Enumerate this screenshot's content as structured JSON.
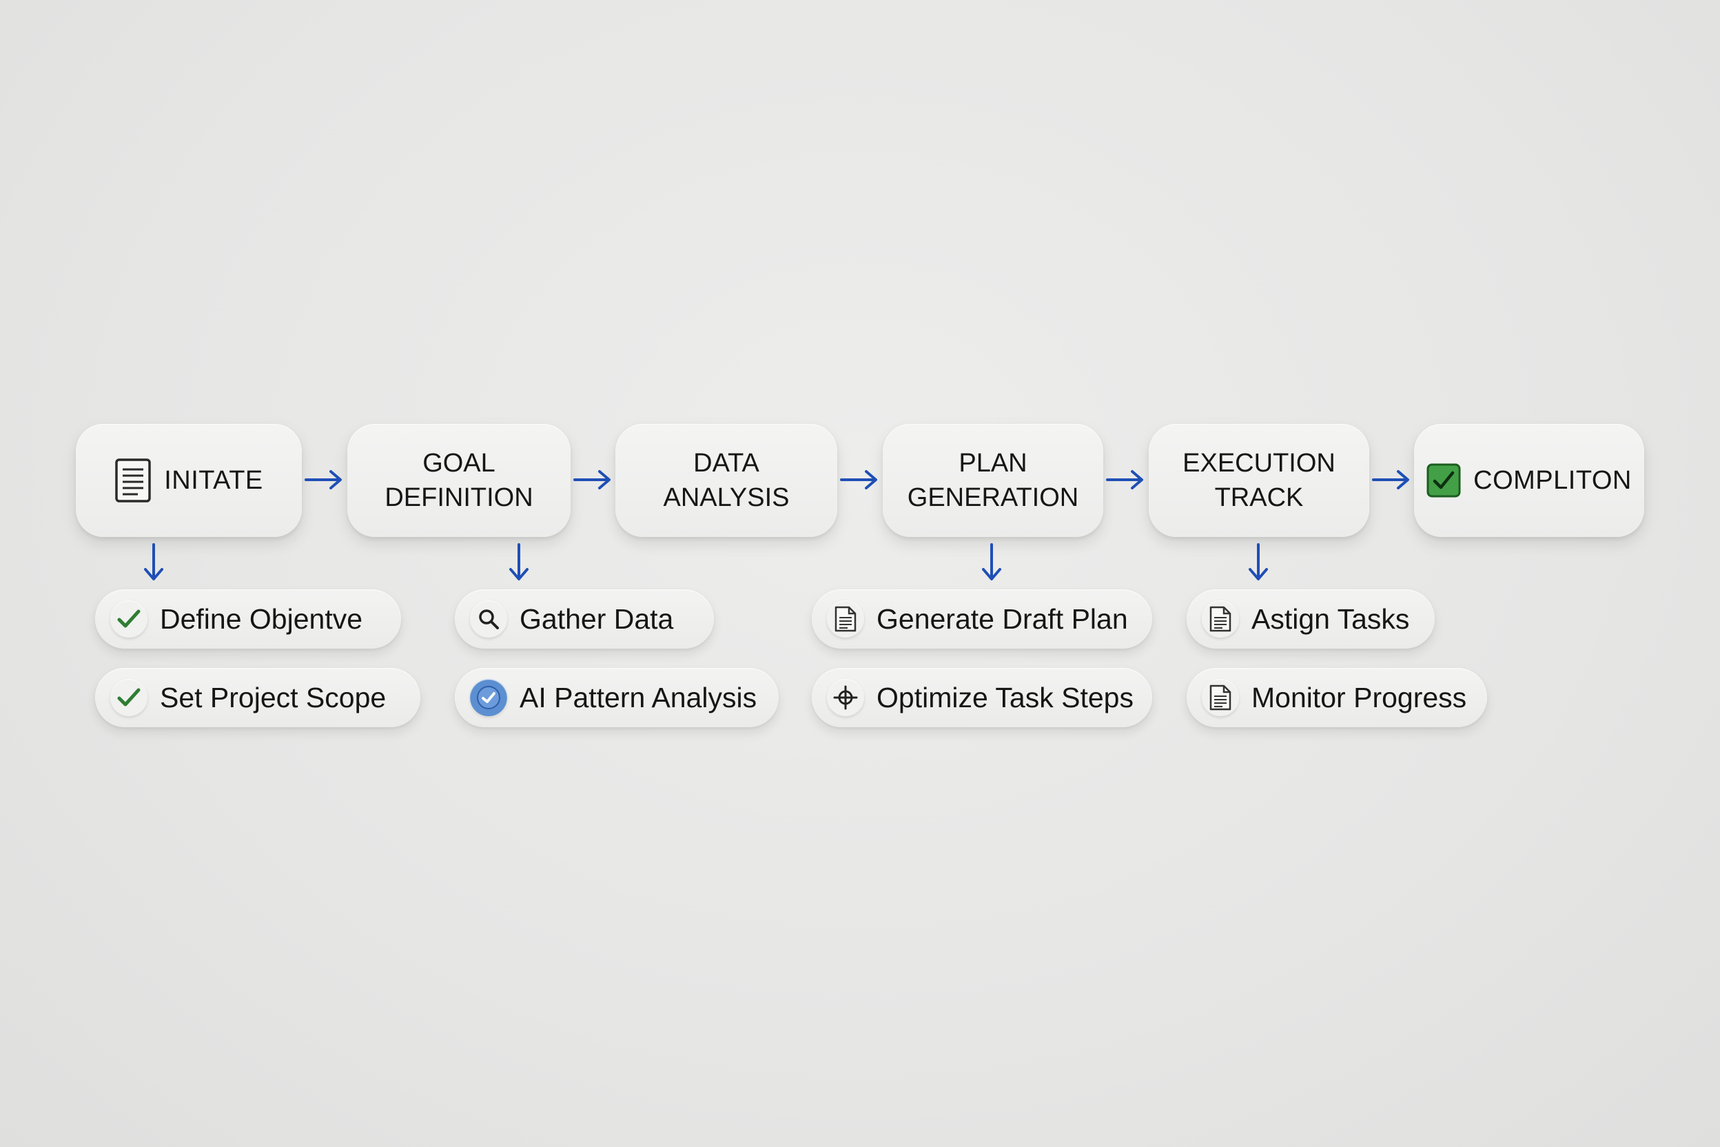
{
  "stages": [
    {
      "label_lines": [
        "INITATE"
      ],
      "icon": "document-icon"
    },
    {
      "label_lines": [
        "GOAL",
        "DEFINITION"
      ]
    },
    {
      "label_lines": [
        "DATA",
        "ANALYSIS"
      ]
    },
    {
      "label_lines": [
        "PLAN",
        "GENERATION"
      ]
    },
    {
      "label_lines": [
        "EXECUTION",
        "TRACK"
      ]
    },
    {
      "label_lines": [
        "COMPLITON"
      ],
      "icon": "green-checkbox-icon"
    }
  ],
  "substeps": [
    {
      "label": "Define Objentve",
      "icon": "check-icon"
    },
    {
      "label": "Set Project Scope",
      "icon": "check-icon"
    },
    {
      "label": "Gather Data",
      "icon": "search-icon"
    },
    {
      "label": "AI Pattern Analysis",
      "icon": "ai-check-icon"
    },
    {
      "label": "Generate Draft Plan",
      "icon": "document-icon"
    },
    {
      "label": "Optimize Task Steps",
      "icon": "target-icon"
    },
    {
      "label": "Astign Tasks",
      "icon": "document-icon"
    },
    {
      "label": "Monitor Progress",
      "icon": "document-icon"
    }
  ],
  "colors": {
    "arrow": "#1f4fb5",
    "check": "#2e7d32",
    "completion_fill": "#43a047",
    "text": "#161616"
  }
}
